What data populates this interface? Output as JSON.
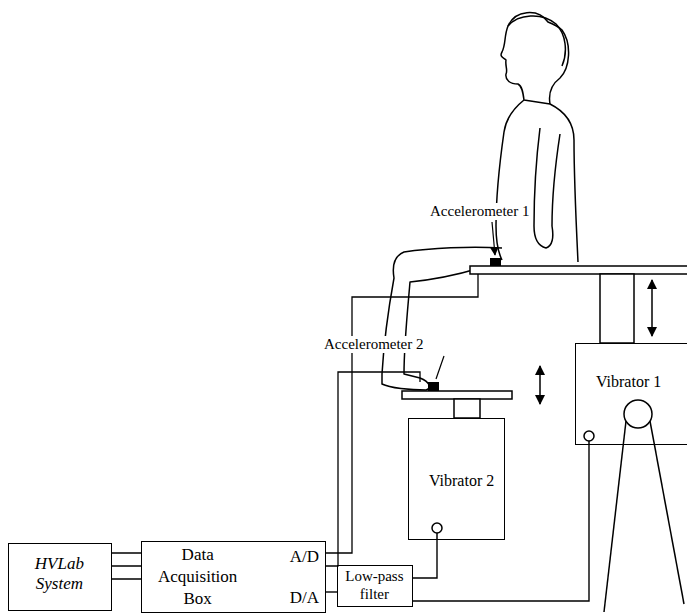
{
  "diagram": {
    "nodes": [
      {
        "text": [
          "HVLab System"
        ]
      },
      {
        "text": [
          "Data Acquisition Box",
          "A/D",
          "D/A"
        ]
      },
      {
        "text": [
          "Low-pass filter"
        ]
      },
      {
        "text": [
          "Vibrator 2"
        ]
      },
      {
        "text": [
          "Vibrator 1"
        ]
      }
    ],
    "edges": [
      {
        "from": 0,
        "to": 1,
        "arrow": "none"
      },
      {
        "from": 1,
        "to": 2,
        "arrow": "none"
      },
      {
        "from": 2,
        "to": 3,
        "arrow": "none"
      },
      {
        "from": 2,
        "to": 4,
        "arrow": "none"
      }
    ],
    "labels": [
      "Accelerometer 1",
      "Accelerometer 2"
    ]
  }
}
